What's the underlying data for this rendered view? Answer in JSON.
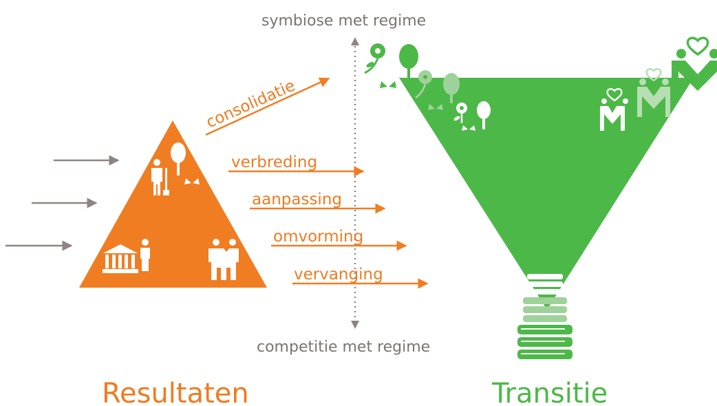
{
  "axis": {
    "top_label": "symbiose met regime",
    "bottom_label": "competitie met regime"
  },
  "paths": [
    {
      "label": "consolidatie"
    },
    {
      "label": "verbreding"
    },
    {
      "label": "aanpassing"
    },
    {
      "label": "omvorming"
    },
    {
      "label": "vervanging"
    }
  ],
  "results": {
    "title": "Resultaten"
  },
  "transition": {
    "title": "Transitie"
  },
  "icons": {
    "triangle": [
      "gardener-icon",
      "tree-icon",
      "butterfly-icon",
      "institution-icon",
      "person-icon",
      "couple-icon"
    ],
    "funnel": [
      "flower-icon",
      "tree-icon",
      "butterfly-icon",
      "couple-heart-icon",
      "books-icon"
    ]
  },
  "colors": {
    "orange": "#f07d22",
    "green": "#4cb848",
    "grey_arrow": "#8c8581",
    "axis_text": "#7a7471"
  }
}
